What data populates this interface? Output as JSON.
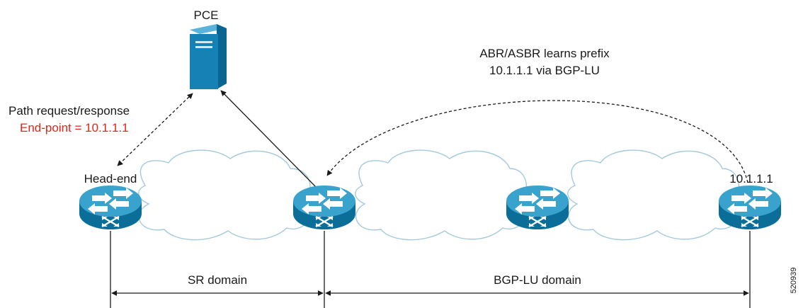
{
  "pce": {
    "label": "PCE"
  },
  "path_request": {
    "line1": "Path request/response",
    "line2": "End-point = 10.1.1.1"
  },
  "abr_note": {
    "line1": "ABR/ASBR learns prefix",
    "line2": "10.1.1.1 via BGP-LU"
  },
  "routers": {
    "head_end": "Head-end",
    "endpoint": "10.1.1.1"
  },
  "domains": {
    "sr": "SR domain",
    "bgp_lu": "BGP-LU domain"
  },
  "figure_id": "520939",
  "colors": {
    "router": "#0f80b0",
    "router_top": "#3aa3cd",
    "server": "#1581b5",
    "cloud_stroke": "#a3c9de",
    "highlight_text": "#e8231b"
  }
}
